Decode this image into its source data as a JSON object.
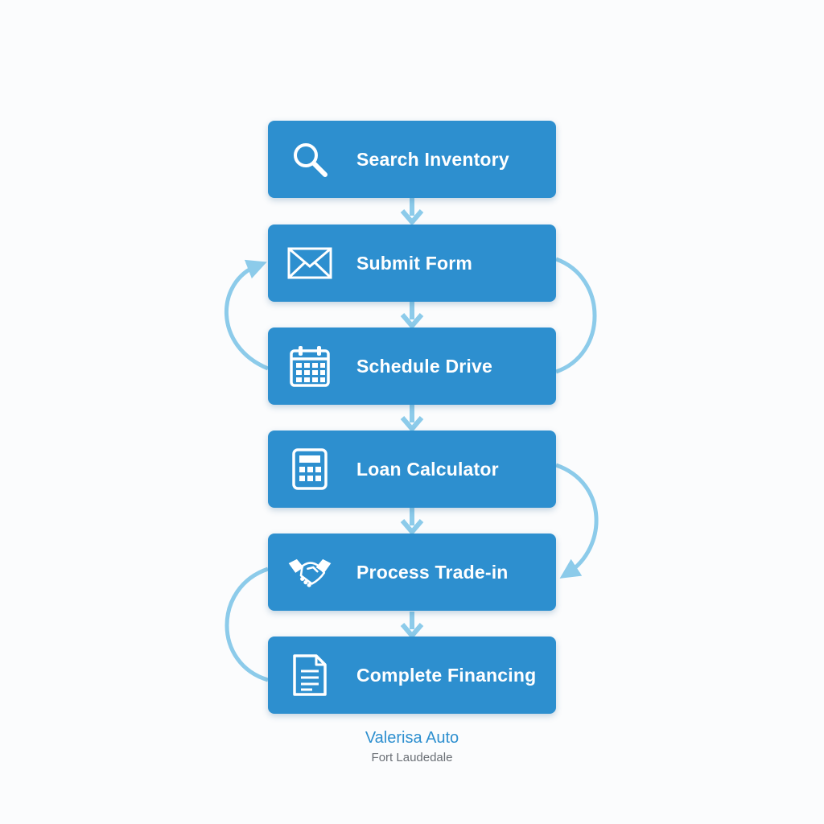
{
  "steps": [
    {
      "label": "Search Inventory",
      "icon": "search-icon"
    },
    {
      "label": "Submit Form",
      "icon": "envelope-icon"
    },
    {
      "label": "Schedule Drive",
      "icon": "calendar-icon"
    },
    {
      "label": "Loan Calculator",
      "icon": "calculator-icon"
    },
    {
      "label": "Process Trade-in",
      "icon": "handshake-icon"
    },
    {
      "label": "Complete Financing",
      "icon": "document-icon"
    }
  ],
  "footer": {
    "brand": "Valerisa Auto",
    "location": "Fort Laudedale"
  },
  "colors": {
    "box": "#2d8fcf",
    "connector": "#8ccbea",
    "brand_text": "#2d8fcf",
    "location_text": "#6a6f75"
  }
}
